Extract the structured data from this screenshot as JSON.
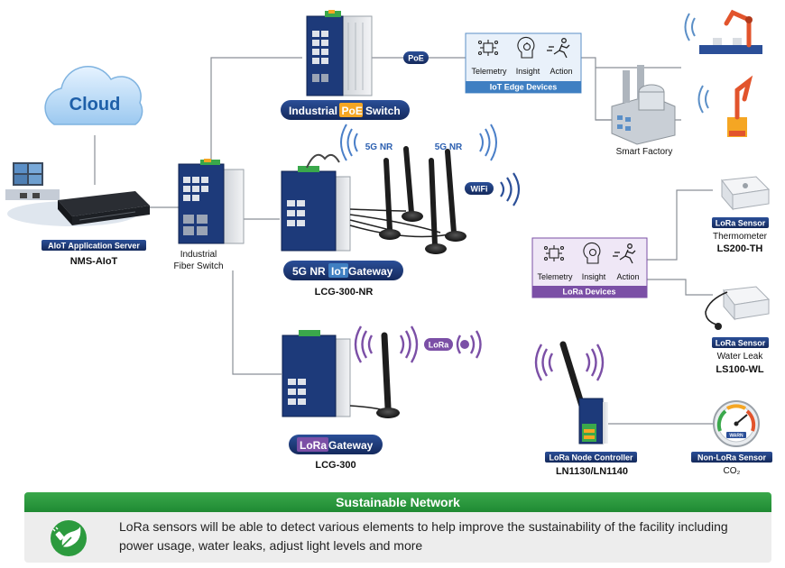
{
  "cloud": {
    "label": "Cloud"
  },
  "server": {
    "tag": "AIoT Application Server",
    "name": "NMS-AIoT"
  },
  "fiber_switch": {
    "line1": "Industrial",
    "line2": "Fiber Switch"
  },
  "poe_switch": {
    "label_prefix": "Industrial ",
    "label_highlight": "PoE",
    "label_suffix": "Switch",
    "link_tag": "PoE"
  },
  "iot_edge": {
    "title": "IoT Edge Devices",
    "items": [
      "Telemetry",
      "Insight",
      "Action"
    ]
  },
  "smart_factory": {
    "label": "Smart Factory"
  },
  "nr_gateway": {
    "label_prefix": "5G NR ",
    "label_highlight": "IoT",
    "label_suffix": " Gateway",
    "model": "LCG-300-NR",
    "signal1": "5G NR",
    "signal2": "5G NR",
    "wifi": "WiFi"
  },
  "lora_devices": {
    "title": "LoRa Devices",
    "items": [
      "Telemetry",
      "Insight",
      "Action"
    ]
  },
  "sensor_th": {
    "tag": "LoRa Sensor",
    "desc": "Thermometer",
    "model": "LS200-TH"
  },
  "sensor_wl": {
    "tag": "LoRa Sensor",
    "desc": "Water Leak",
    "model": "LS100-WL"
  },
  "lora_gateway": {
    "label_highlight": "LoRa",
    "label_suffix": " Gateway",
    "model": "LCG-300",
    "signal": "LoRa"
  },
  "node_controller": {
    "tag": "LoRa Node Controller",
    "model": "LN1130/LN1140"
  },
  "non_lora": {
    "tag": "Non-LoRa Sensor",
    "desc": "CO₂",
    "gauge_text": "WARN"
  },
  "sustainable": {
    "title": "Sustainable Network",
    "line1": "LoRa sensors will be able to detect various elements to help improve the sustainability of the facility including",
    "line2": "power usage, water leaks, adjust light levels and more"
  },
  "colors": {
    "navy": "#1d3a7a",
    "purple": "#7b4fa6",
    "orange": "#f5a623",
    "green": "#2c9a3e",
    "edge_blue": "#3f7fc2"
  }
}
